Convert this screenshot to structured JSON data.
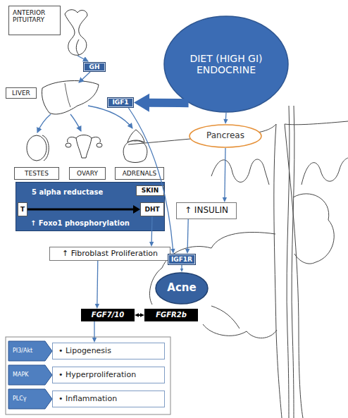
{
  "diagram": {
    "nodes": [
      {
        "text": [
          "ANTERIOR PITUITARY"
        ]
      },
      {
        "text": [
          "GH"
        ]
      },
      {
        "text": [
          "DIET (HIGH GI) ENDOCRINE"
        ]
      },
      {
        "text": [
          "LIVER"
        ]
      },
      {
        "text": [
          "IGF1"
        ]
      },
      {
        "text": [
          "Pancreas"
        ]
      },
      {
        "text": [
          "TESTES"
        ]
      },
      {
        "text": [
          "OVARY"
        ]
      },
      {
        "text": [
          "ADRENALS"
        ]
      },
      {
        "text": [
          "5 alpha reductase",
          "↑ Foxo1 phosphorylation"
        ]
      },
      {
        "text": [
          "SKIN"
        ],
        "in": 9
      },
      {
        "text": [
          "T"
        ],
        "in": 9
      },
      {
        "text": [
          "DHT"
        ],
        "in": 9
      },
      {
        "text": [
          "↑ INSULIN"
        ]
      },
      {
        "text": [
          "↑ Fibroblast Proliferation"
        ]
      },
      {
        "text": [
          "IGF1R"
        ]
      },
      {
        "text": [
          "Acne"
        ]
      },
      {
        "text": [
          "FGF7/10"
        ]
      },
      {
        "text": [
          "FGFR2b"
        ]
      },
      {
        "text": [
          "PI3/Akt"
        ]
      },
      {
        "text": [
          "• Lipogenesis"
        ]
      },
      {
        "text": [
          "MAPK"
        ]
      },
      {
        "text": [
          "• Hyperproliferation"
        ]
      },
      {
        "text": [
          "PLCγ"
        ]
      },
      {
        "text": [
          "• Inflammation"
        ]
      }
    ],
    "edges": [
      {
        "from": 2,
        "to": 4,
        "arrow": "to"
      },
      {
        "from": 2,
        "to": 5,
        "arrow": "to"
      },
      {
        "from": 5,
        "to": 13,
        "arrow": "to"
      },
      {
        "from": 13,
        "to": 15,
        "arrow": "to"
      },
      {
        "from": 4,
        "to": 15,
        "arrow": "to"
      },
      {
        "from": 15,
        "to": 16,
        "arrow": "to"
      },
      {
        "from": 11,
        "to": 12,
        "arrow": "to"
      },
      {
        "from": 12,
        "to": 14,
        "arrow": "to"
      },
      {
        "from": 14,
        "to": 17,
        "arrow": "to"
      },
      {
        "from": 17,
        "to": 18,
        "arrow": "both"
      },
      {
        "from": 17,
        "to": 20,
        "arrow": "to"
      }
    ]
  }
}
